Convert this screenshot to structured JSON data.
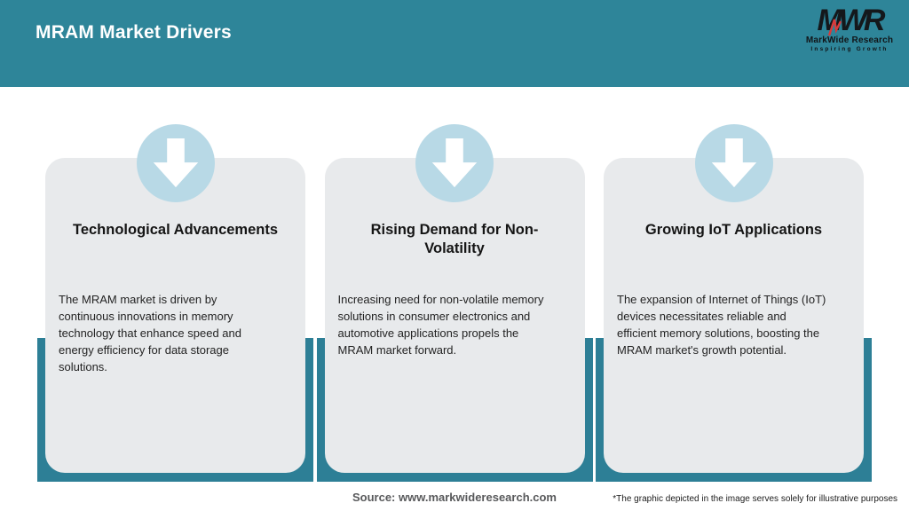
{
  "header": {
    "title": "MRAM Market Drivers"
  },
  "logo": {
    "acronym": "MWR",
    "name": "MarkWide Research",
    "tagline": "Inspiring Growth"
  },
  "cards": [
    {
      "title": "Technological Advancements",
      "body": "The MRAM market is driven by\ncontinuous innovations in memory\ntechnology that enhance speed and\nenergy efficiency for data storage\nsolutions."
    },
    {
      "title": "Rising Demand for Non-\nVolatility",
      "body": "Increasing need for non-volatile memory\nsolutions in consumer electronics and\nautomotive applications propels the\nMRAM market forward."
    },
    {
      "title": "Growing IoT Applications",
      "body": "The expansion of Internet of Things (IoT)\ndevices necessitates reliable and\nefficient memory solutions, boosting the\nMRAM market's growth potential."
    }
  ],
  "footer": {
    "source": "Source: www.markwideresearch.com",
    "disclaimer": "*The graphic depicted in the image serves solely for illustrative purposes"
  },
  "colors": {
    "header_teal": "#2e8599",
    "frame_teal": "#2d7f96",
    "card_gray": "#e8eaec",
    "circle_blue": "#b8d9e6",
    "logo_red": "#d93a3a"
  }
}
